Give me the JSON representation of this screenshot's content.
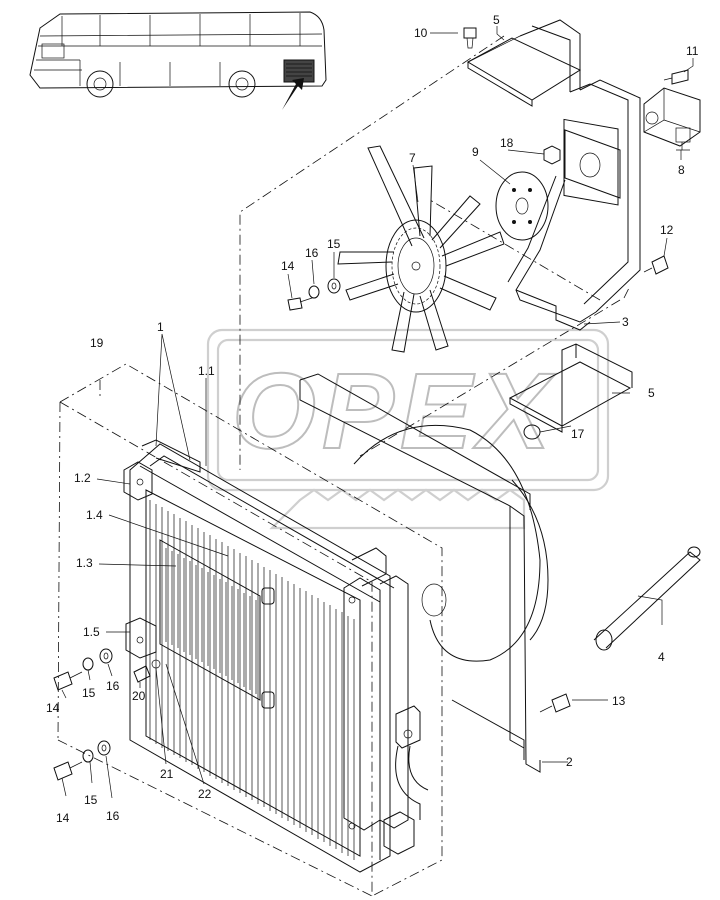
{
  "watermark": {
    "text": "OPEX"
  },
  "callouts": [
    {
      "id": "c10",
      "text": "10"
    },
    {
      "id": "c5a",
      "text": "5"
    },
    {
      "id": "c11",
      "text": "11"
    },
    {
      "id": "c8",
      "text": "8"
    },
    {
      "id": "c18",
      "text": "18"
    },
    {
      "id": "c9",
      "text": "9"
    },
    {
      "id": "c7",
      "text": "7"
    },
    {
      "id": "c12",
      "text": "12"
    },
    {
      "id": "c14a",
      "text": "14"
    },
    {
      "id": "c16a",
      "text": "16"
    },
    {
      "id": "c15a",
      "text": "15"
    },
    {
      "id": "c3",
      "text": "3"
    },
    {
      "id": "c1",
      "text": "1"
    },
    {
      "id": "c1_1",
      "text": "1.1"
    },
    {
      "id": "c19",
      "text": "19"
    },
    {
      "id": "c5b",
      "text": "5"
    },
    {
      "id": "c17",
      "text": "17"
    },
    {
      "id": "c1_2",
      "text": "1.2"
    },
    {
      "id": "c1_4",
      "text": "1.4"
    },
    {
      "id": "c1_3",
      "text": "1.3"
    },
    {
      "id": "c1_5",
      "text": "1.5"
    },
    {
      "id": "c4",
      "text": "4"
    },
    {
      "id": "c14b",
      "text": "14"
    },
    {
      "id": "c15b",
      "text": "15"
    },
    {
      "id": "c16b",
      "text": "16"
    },
    {
      "id": "c20",
      "text": "20"
    },
    {
      "id": "c13",
      "text": "13"
    },
    {
      "id": "c21",
      "text": "21"
    },
    {
      "id": "c22",
      "text": "22"
    },
    {
      "id": "c2",
      "text": "2"
    },
    {
      "id": "c14c",
      "text": "14"
    },
    {
      "id": "c15c",
      "text": "15"
    },
    {
      "id": "c16c",
      "text": "16"
    }
  ]
}
